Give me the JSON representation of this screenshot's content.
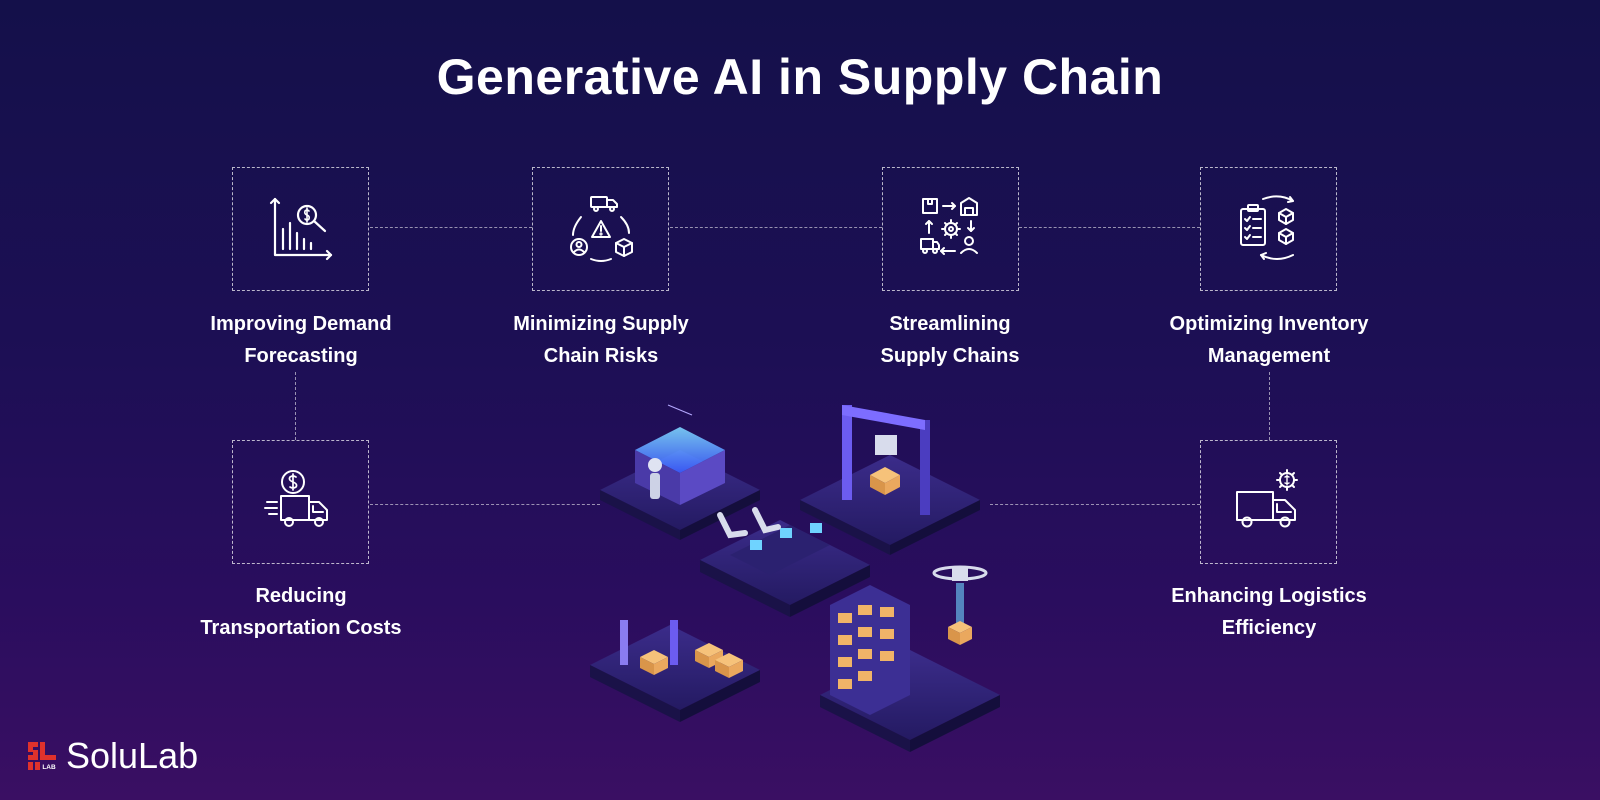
{
  "title": "Generative AI in Supply Chain",
  "colors": {
    "accent": "#7b5cff",
    "background_top": "#14104a",
    "background_bottom": "#3a0f63",
    "logo_red": "#e0322c"
  },
  "cards": [
    {
      "icon": "demand-forecast-chart-icon",
      "label_line1": "Improving Demand",
      "label_line2": "Forecasting"
    },
    {
      "icon": "risk-cycle-icon",
      "label_line1": "Minimizing Supply",
      "label_line2": "Chain Risks"
    },
    {
      "icon": "supply-chain-flow-icon",
      "label_line1": "Streamlining",
      "label_line2": "Supply Chains"
    },
    {
      "icon": "inventory-checklist-icon",
      "label_line1": "Optimizing Inventory",
      "label_line2": "Management"
    },
    {
      "icon": "delivery-truck-dollar-icon",
      "label_line1": "Reducing",
      "label_line2": "Transportation Costs"
    },
    {
      "icon": "truck-gear-icon",
      "label_line1": "Enhancing Logistics",
      "label_line2": "Efficiency"
    }
  ],
  "logo": {
    "mark_text": "LAB",
    "name": "SoluLab"
  }
}
